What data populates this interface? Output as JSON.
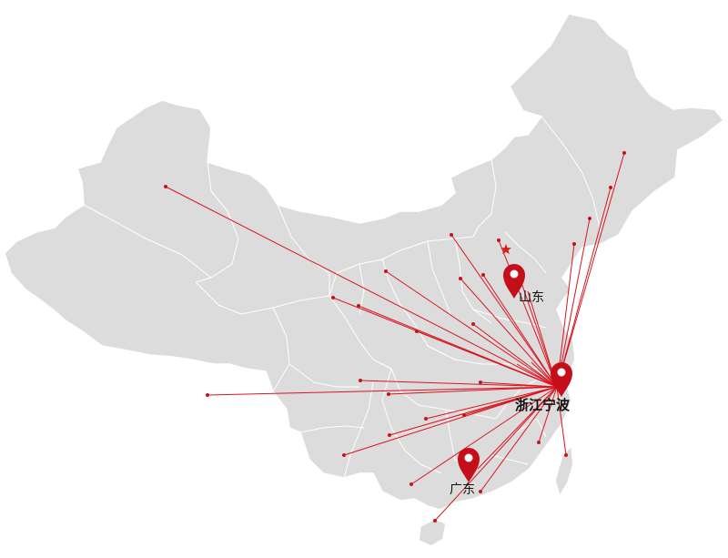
{
  "map": {
    "hub": "浙江宁波",
    "markers": [
      {
        "label": "山东",
        "icon": "location-pin-icon"
      },
      {
        "label": "浙江宁波",
        "icon": "location-pin-icon"
      },
      {
        "label": "广东",
        "icon": "location-pin-icon"
      }
    ],
    "capital_icon": "star-icon",
    "colors": {
      "land": "#dcdcdc",
      "borders": "#ffffff",
      "route": "#d9141f",
      "pin": "#c40f1a"
    }
  }
}
